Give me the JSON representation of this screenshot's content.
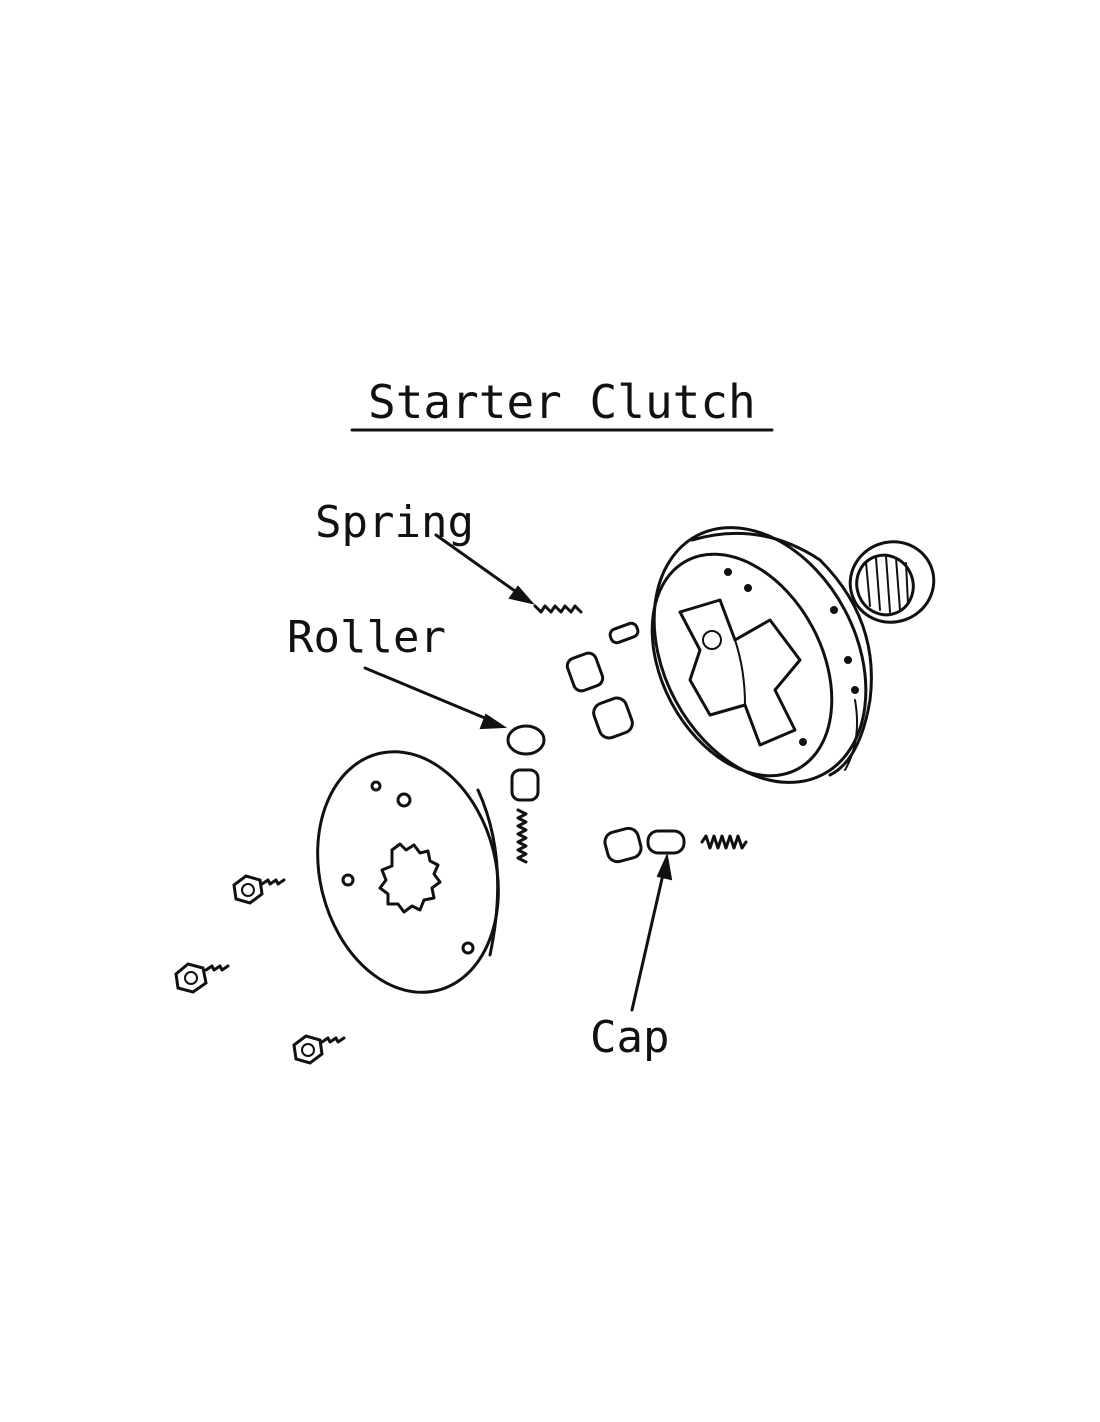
{
  "title": "Starter Clutch",
  "labels": {
    "spring": "Spring",
    "roller": "Roller",
    "cap": "Cap"
  },
  "colors": {
    "ink": "#111111",
    "paper": "#ffffff"
  }
}
